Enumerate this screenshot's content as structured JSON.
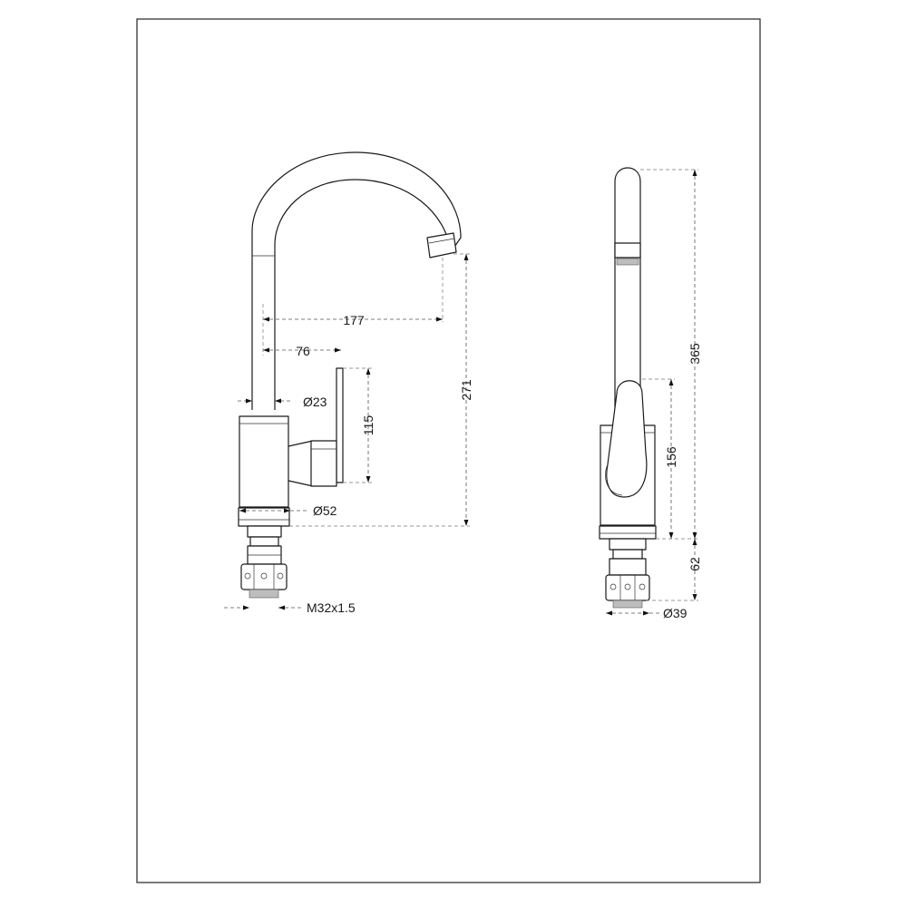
{
  "dimensions": {
    "spout_reach": "177",
    "lever_offset": "76",
    "spout_diameter": "Ø23",
    "lever_height": "115",
    "spout_height": "271",
    "body_diameter": "Ø52",
    "thread": "M32x1.5",
    "total_height": "365",
    "body_height": "156",
    "shank_length": "62",
    "base_diameter": "Ø39"
  }
}
